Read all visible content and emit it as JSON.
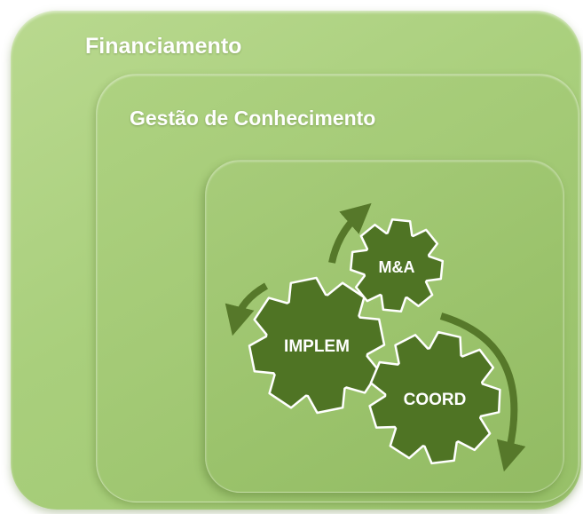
{
  "layers": [
    {
      "label": "Financiamento"
    },
    {
      "label": "Gestão de Conhecimento"
    }
  ],
  "gears": [
    {
      "id": "implem",
      "label": "IMPLEM"
    },
    {
      "id": "ma",
      "label": "M&A"
    },
    {
      "id": "coord",
      "label": "COORD"
    }
  ],
  "colors": {
    "outer_box": "#a9cf7c",
    "middle_box": "#a1c873",
    "inner_box": "#9bc36c",
    "gear_fill": "#4f7424",
    "gear_stroke": "#ffffff",
    "arrow": "#56782a",
    "text": "#ffffff"
  }
}
